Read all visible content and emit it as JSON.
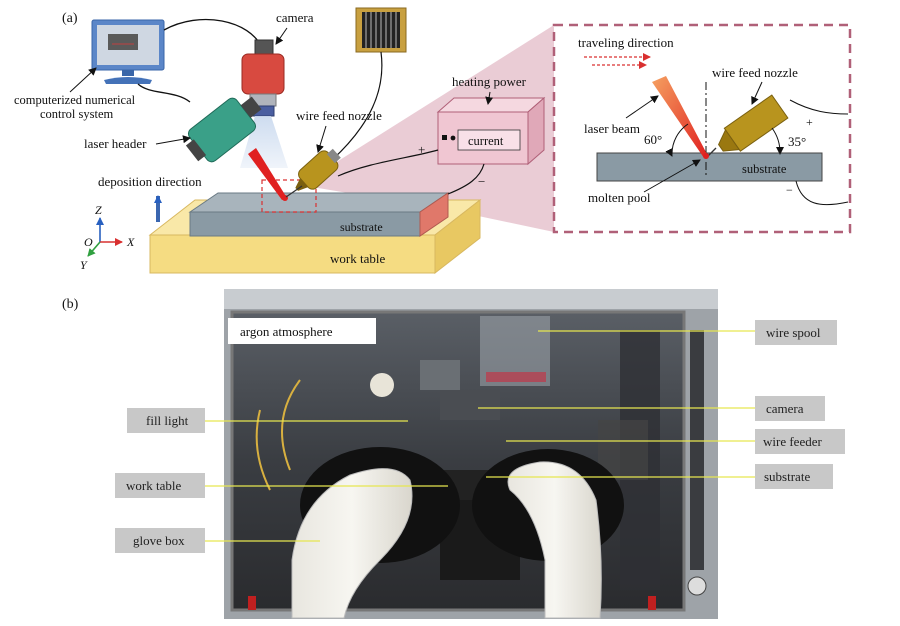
{
  "panel_a": {
    "label": "(a)",
    "cnc_label_line1": "computerized numerical",
    "cnc_label_line2": "control system",
    "camera_label": "camera",
    "laser_header_label": "laser header",
    "wire_feed_nozzle_label": "wire feed nozzle",
    "heating_power_label": "heating power",
    "current_label": "current",
    "plus_sign": "+",
    "minus_sign": "−",
    "deposition_direction_label": "deposition direction",
    "substrate_label": "substrate",
    "work_table_label": "work table",
    "axis_z": "Z",
    "axis_o": "O",
    "axis_x": "X",
    "axis_y": "Y",
    "inset": {
      "traveling_direction_label": "traveling direction",
      "wire_feed_nozzle_label": "wire feed nozzle",
      "laser_beam_label": "laser beam",
      "angle_laser": "60°",
      "angle_nozzle": "35°",
      "substrate_label": "substrate",
      "molten_pool_label": "molten pool",
      "plus_sign": "+",
      "minus_sign": "−"
    }
  },
  "panel_b": {
    "label": "(b)",
    "argon_label": "argon atmosphere",
    "fill_light_label": "fill light",
    "work_table_label": "work table",
    "glove_box_label": "glove box",
    "wire_spool_label": "wire spool",
    "camera_label": "camera",
    "wire_feeder_label": "wire feeder",
    "substrate_label": "substrate"
  },
  "colors": {
    "inset_border": "#b06078",
    "callout_line": "#e6e650",
    "tag_bg": "#c8c8c8",
    "work_table": "#f5dc82",
    "substrate": "#8a9aa4",
    "laser_header": "#3aa088",
    "camera": "#d84a40",
    "nozzle": "#b8941e"
  }
}
